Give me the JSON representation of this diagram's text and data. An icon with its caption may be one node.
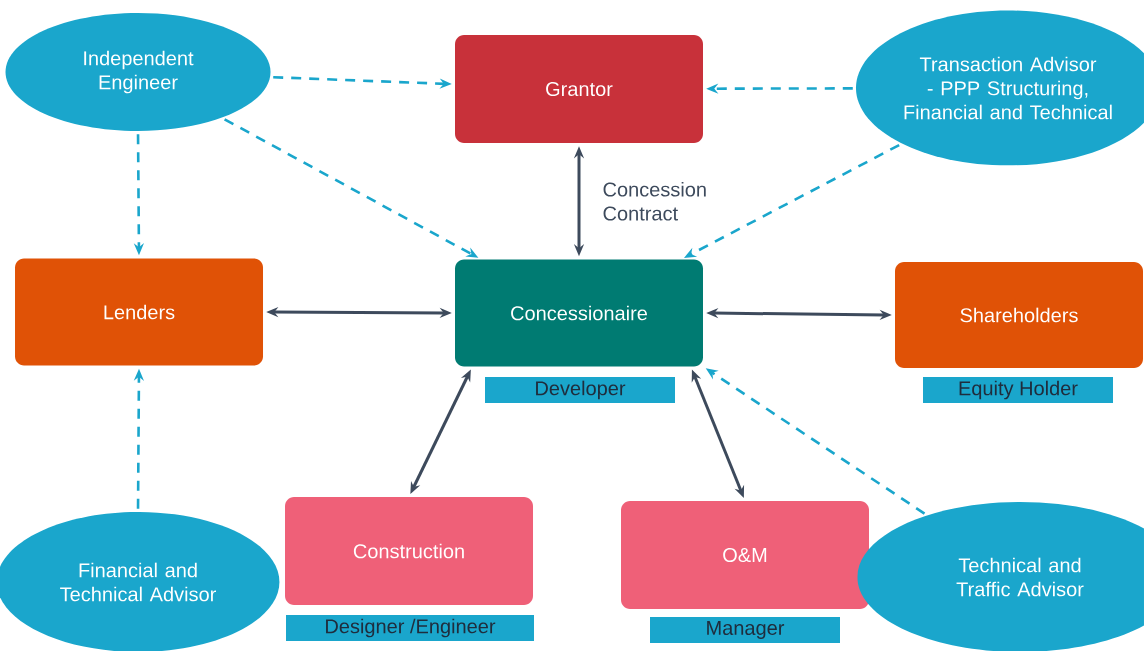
{
  "diagram": {
    "nodes": [
      {
        "text": [
          "Independent Engineer"
        ]
      },
      {
        "text": [
          "Grantor"
        ]
      },
      {
        "text": [
          "Transaction Advisor - PPP Structuring, Financial and Technical"
        ]
      },
      {
        "text": [
          "Lenders"
        ]
      },
      {
        "text": [
          "Concessionaire"
        ],
        "beside": [
          "Developer"
        ]
      },
      {
        "text": [
          "Shareholders"
        ],
        "beside": [
          "Equity Holder"
        ]
      },
      {
        "text": [
          "Financial and Technical Advisor"
        ]
      },
      {
        "text": [
          "Construction"
        ],
        "beside": [
          "Designer /Engineer"
        ]
      },
      {
        "text": [
          "O&M"
        ],
        "beside": [
          "Manager"
        ]
      },
      {
        "text": [
          "Technical and Traffic Advisor"
        ]
      }
    ],
    "edges": [
      {
        "from": 0,
        "to": 1,
        "arrow": "to",
        "style": "dashed",
        "color": "#1aa6cc"
      },
      {
        "from": 2,
        "to": 1,
        "arrow": "to",
        "style": "dashed",
        "color": "#1aa6cc"
      },
      {
        "from": 0,
        "to": 3,
        "arrow": "to",
        "style": "dashed",
        "color": "#1aa6cc"
      },
      {
        "from": 0,
        "to": 4,
        "arrow": "to",
        "style": "dashed",
        "color": "#1aa6cc"
      },
      {
        "from": 2,
        "to": 4,
        "arrow": "to",
        "style": "dashed",
        "color": "#1aa6cc"
      },
      {
        "from": 6,
        "to": 3,
        "arrow": "to",
        "style": "dashed",
        "color": "#1aa6cc"
      },
      {
        "from": 9,
        "to": 4,
        "arrow": "to",
        "style": "dashed",
        "color": "#1aa6cc"
      },
      {
        "from": 1,
        "to": 4,
        "arrow": "both",
        "label": "Concession Contract",
        "color": "#3d4a5c"
      },
      {
        "from": 3,
        "to": 4,
        "arrow": "both",
        "color": "#3d4a5c"
      },
      {
        "from": 4,
        "to": 5,
        "arrow": "both",
        "color": "#3d4a5c"
      },
      {
        "from": 4,
        "to": 7,
        "arrow": "both",
        "color": "#3d4a5c"
      },
      {
        "from": 4,
        "to": 8,
        "arrow": "both",
        "color": "#3d4a5c"
      }
    ]
  }
}
